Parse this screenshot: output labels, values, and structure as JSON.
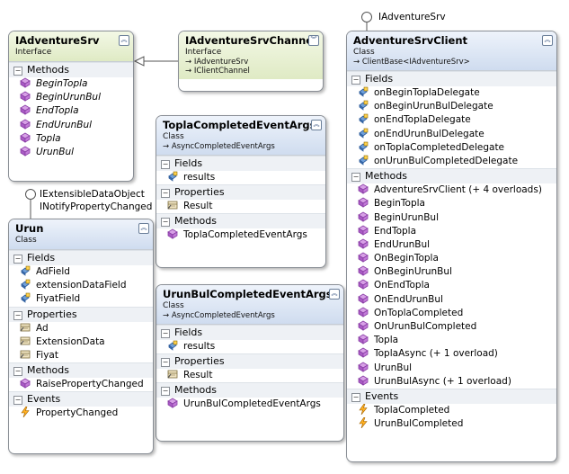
{
  "shapes": {
    "iadventuresrv": {
      "title": "IAdventureSrv",
      "stereotype": "Interface",
      "methods_header": "Methods",
      "methods": [
        "BeginTopla",
        "BeginUrunBul",
        "EndTopla",
        "EndUrunBul",
        "Topla",
        "UrunBul"
      ]
    },
    "iadventuresrvchannel": {
      "title": "IAdventureSrvChannel",
      "stereotype": "Interface",
      "bases": [
        "IAdventureSrv",
        "IClientChannel"
      ]
    },
    "toplaargs": {
      "title": "ToplaCompletedEventArgs",
      "stereotype": "Class",
      "base": "AsyncCompletedEventArgs",
      "fields_header": "Fields",
      "fields": [
        "results"
      ],
      "properties_header": "Properties",
      "properties": [
        "Result"
      ],
      "methods_header": "Methods",
      "methods": [
        "ToplaCompletedEventArgs"
      ]
    },
    "urunbulargs": {
      "title": "UrunBulCompletedEventArgs",
      "stereotype": "Class",
      "base": "AsyncCompletedEventArgs",
      "fields_header": "Fields",
      "fields": [
        "results"
      ],
      "properties_header": "Properties",
      "properties": [
        "Result"
      ],
      "methods_header": "Methods",
      "methods": [
        "UrunBulCompletedEventArgs"
      ]
    },
    "urun": {
      "title": "Urun",
      "stereotype": "Class",
      "fields_header": "Fields",
      "fields": [
        "AdField",
        "extensionDataField",
        "FiyatField"
      ],
      "properties_header": "Properties",
      "properties": [
        "Ad",
        "ExtensionData",
        "Fiyat"
      ],
      "methods_header": "Methods",
      "methods": [
        "RaisePropertyChanged"
      ],
      "events_header": "Events",
      "events": [
        "PropertyChanged"
      ]
    },
    "client": {
      "title": "AdventureSrvClient",
      "stereotype": "Class",
      "base": "ClientBase<IAdventureSrv>",
      "fields_header": "Fields",
      "fields": [
        "onBeginToplaDelegate",
        "onBeginUrunBulDelegate",
        "onEndToplaDelegate",
        "onEndUrunBulDelegate",
        "onToplaCompletedDelegate",
        "onUrunBulCompletedDelegate"
      ],
      "methods_header": "Methods",
      "methods": [
        "AdventureSrvClient (+ 4 overloads)",
        "BeginTopla",
        "BeginUrunBul",
        "EndTopla",
        "EndUrunBul",
        "OnBeginTopla",
        "OnBeginUrunBul",
        "OnEndTopla",
        "OnEndUrunBul",
        "OnToplaCompleted",
        "OnUrunBulCompleted",
        "Topla",
        "ToplaAsync (+ 1 overload)",
        "UrunBul",
        "UrunBulAsync (+ 1 overload)"
      ],
      "events_header": "Events",
      "events": [
        "ToplaCompleted",
        "UrunBulCompleted"
      ]
    }
  },
  "lollipops": {
    "client": [
      "IAdventureSrv"
    ],
    "urun": [
      "IExtensibleDataObject",
      "INotifyPropertyChanged"
    ]
  },
  "colors": {
    "interface_header": "#dfeac4",
    "class_header": "#cfdcef",
    "border": "#8a8f96"
  }
}
